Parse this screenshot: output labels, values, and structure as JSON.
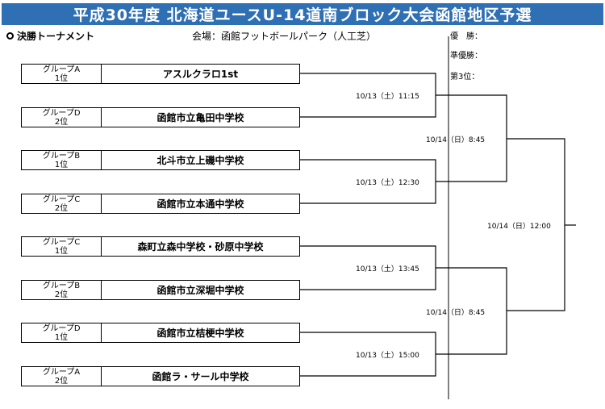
{
  "header": {
    "title": "平成30年度 北海道ユースU-14道南ブロック大会函館地区予選",
    "section": "決勝トーナメント",
    "venue": "会場：函館フットボールパーク（人工芝）"
  },
  "results": {
    "champion": "優　勝：",
    "runner_up": "準優勝：",
    "third": "第3位："
  },
  "teams": [
    {
      "group": "グループA",
      "rank": "1位",
      "name": "アスルクラロ1st"
    },
    {
      "group": "グループD",
      "rank": "2位",
      "name": "函館市立亀田中学校"
    },
    {
      "group": "グループB",
      "rank": "1位",
      "name": "北斗市立上磯中学校"
    },
    {
      "group": "グループC",
      "rank": "2位",
      "name": "函館市立本通中学校"
    },
    {
      "group": "グループC",
      "rank": "1位",
      "name": "森町立森中学校・砂原中学校"
    },
    {
      "group": "グループB",
      "rank": "2位",
      "name": "函館市立深堀中学校"
    },
    {
      "group": "グループD",
      "rank": "1位",
      "name": "函館市立桔梗中学校"
    },
    {
      "group": "グループA",
      "rank": "2位",
      "name": "函館ラ・サール中学校"
    }
  ],
  "matches": {
    "r1": [
      "10/13（土）11:15",
      "10/13（土）12:30",
      "10/13（土）13:45",
      "10/13（土）15:00"
    ],
    "semi": [
      "10/14（日）8:45",
      "10/14（日）8:45"
    ],
    "final": "10/14（日）12:00"
  }
}
